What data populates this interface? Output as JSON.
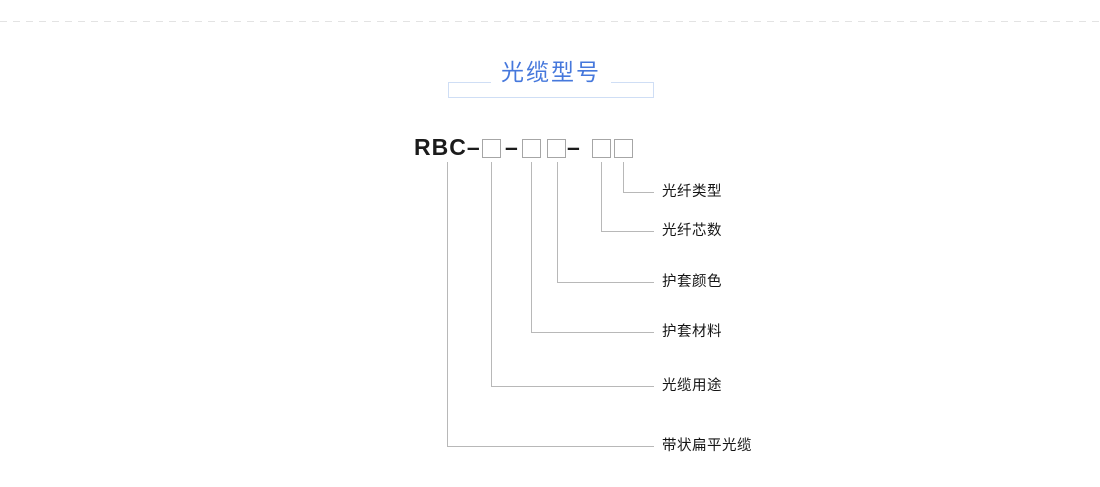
{
  "title": {
    "text": "光缆型号"
  },
  "model_code": {
    "prefix": "RBC–",
    "separator": "–"
  },
  "callouts": [
    {
      "label": "光纤类型"
    },
    {
      "label": "光纤芯数"
    },
    {
      "label": "护套颜色"
    },
    {
      "label": "护套材料"
    },
    {
      "label": "光缆用途"
    },
    {
      "label": "带状扁平光缆"
    }
  ],
  "colors": {
    "title_text": "#4678dc",
    "title_box_border": "#cfdef5",
    "connector_line": "#b8b8b8",
    "code_box_border": "#a6a6a6",
    "top_divider": "#e3e3e3"
  }
}
